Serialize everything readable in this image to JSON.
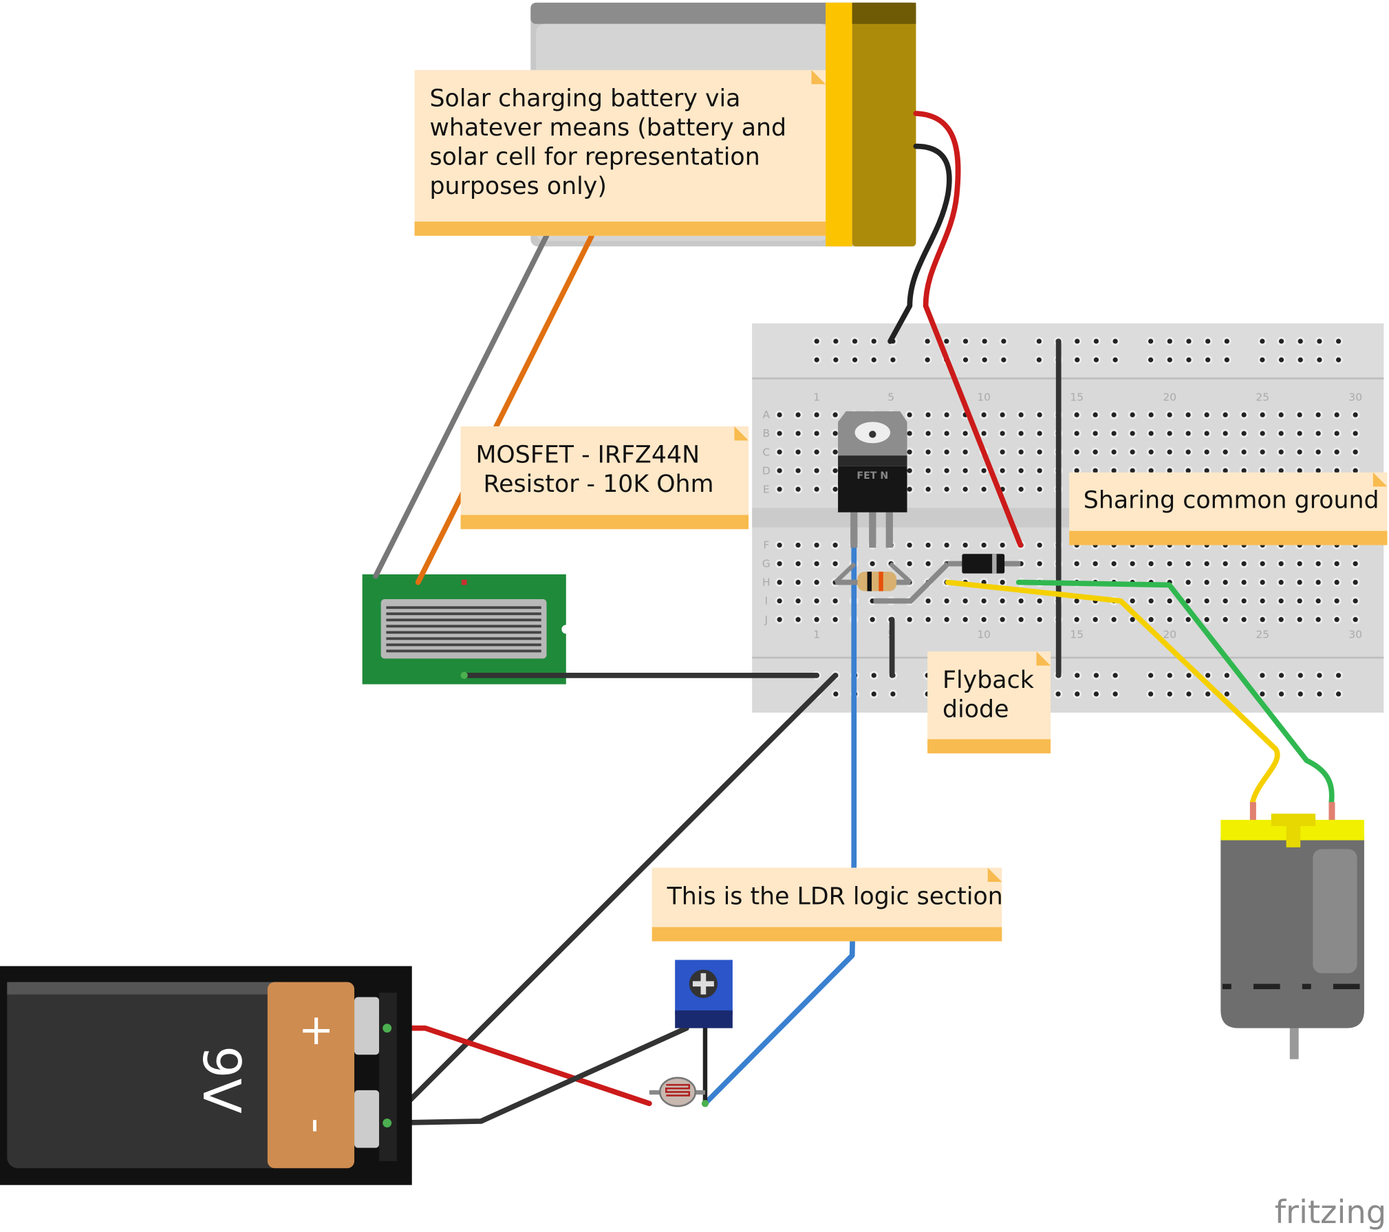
{
  "notes": {
    "battery_note": [
      "Solar charging battery via",
      "whatever means (battery and",
      "solar cell for representation",
      "purposes only)"
    ],
    "mosfet_note": [
      "MOSFET - IRFZ44N",
      " Resistor - 10K Ohm"
    ],
    "ground_note": [
      "Sharing common ground"
    ],
    "flyback_note": [
      "Flyback",
      "diode"
    ],
    "ldr_note": [
      "This is the LDR logic section"
    ]
  },
  "breadboard": {
    "row_letters": [
      "A",
      "B",
      "C",
      "D",
      "E",
      "F",
      "G",
      "H",
      "I",
      "J"
    ],
    "column_numbers": [
      "1",
      "5",
      "10",
      "15",
      "20",
      "25",
      "30"
    ]
  },
  "mosfet_label": "FET N",
  "battery_9v": {
    "label": "9V",
    "plus": "+",
    "minus": "-"
  },
  "logo": "fritzing",
  "colors": {
    "note_bg": "#fee8c8",
    "note_bar": "#f8bb4f",
    "breadboard": "#d9d9d9",
    "wire_red": "#cc1a1a",
    "wire_black": "#333333",
    "wire_blue": "#3a80d0",
    "wire_yellow": "#f5d000",
    "wire_green": "#30b850",
    "wire_orange": "#e07010",
    "wire_gray": "#888888"
  }
}
